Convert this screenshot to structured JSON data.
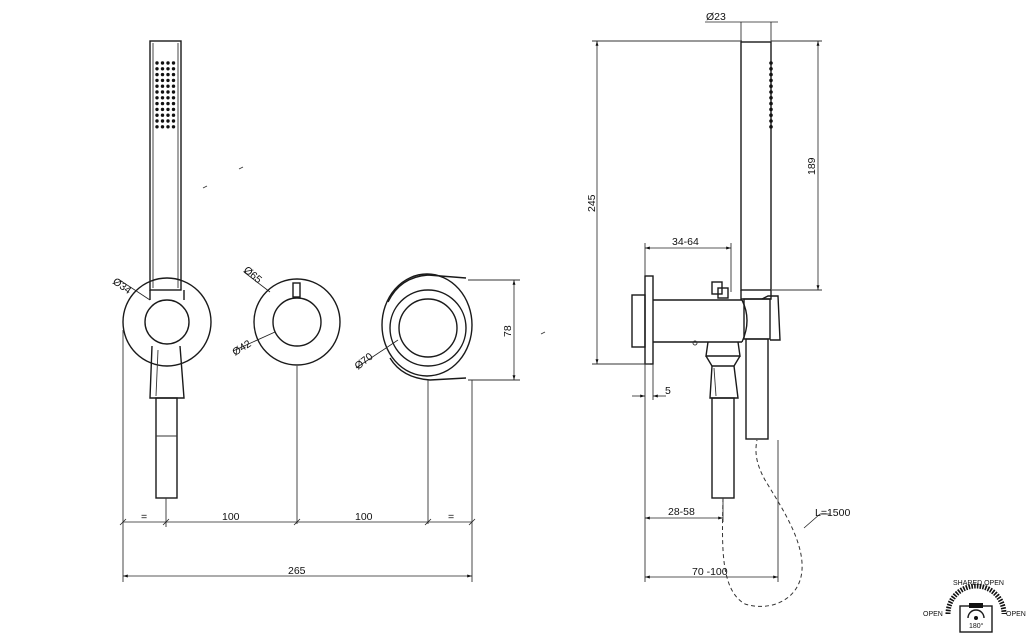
{
  "front": {
    "d_34": "Ø34",
    "d_65": "Ø65",
    "d_42": "Ø42",
    "d_70": "Ø70",
    "h_78": "78",
    "eq_left": "=",
    "eq_right": "=",
    "w_100a": "100",
    "w_100b": "100",
    "w_265": "265"
  },
  "side": {
    "d_23": "Ø23",
    "h_245": "245",
    "h_189": "189",
    "r_34_64": "34-64",
    "t_5": "5",
    "r_28_58": "28-58",
    "r_70_100": "70 -100",
    "hose": "L=1500"
  },
  "legend": {
    "shared_open": "SHARED OPEN",
    "open_left": "OPEN",
    "open_right": "OPEN",
    "angle": "180°"
  }
}
